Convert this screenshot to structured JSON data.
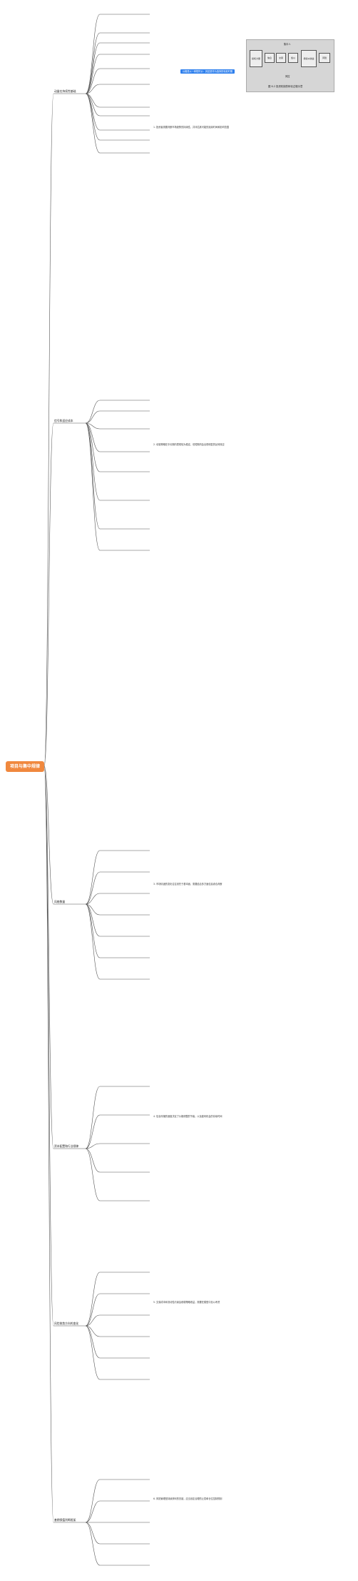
{
  "root": "项目与集中规律",
  "branches": [
    "动量在持续性基础",
    "信号和适应成本",
    "风格数量",
    "资本配置和行业规律",
    "风险收敛方向的变化",
    "套期保值判断框架"
  ],
  "chip": "价格是以一种短时价：其还是作为选择的标准时期",
  "figure": {
    "title": "集中人",
    "boxes": [
      "投机力量",
      "信息",
      "交易",
      "加以",
      "持续以收益",
      "风险"
    ],
    "footer": "风控",
    "caption": "图 6-2 投资机制的转化过程示意"
  },
  "notes": [
    "1. 投资者需要判断市场趋势的持续性，并评估其可能的延续时间和影响范围",
    "2. 动量策略在中长期内表现较为稳定，但短期内会出现明显的反转效应",
    "3. 市场情绪的变化往往领先于基本面，需要结合多方面信息综合判断",
    "4. 信息传播的速度决定了价格调整的节奏，以及套利机会的存续时间",
    "5. 交易成本和流动性约束会削弱策略收益，需要在模型中加以考虑",
    "6. 风险管理是持续获利的关键，应当设定合理的止损和仓位控制规则"
  ]
}
